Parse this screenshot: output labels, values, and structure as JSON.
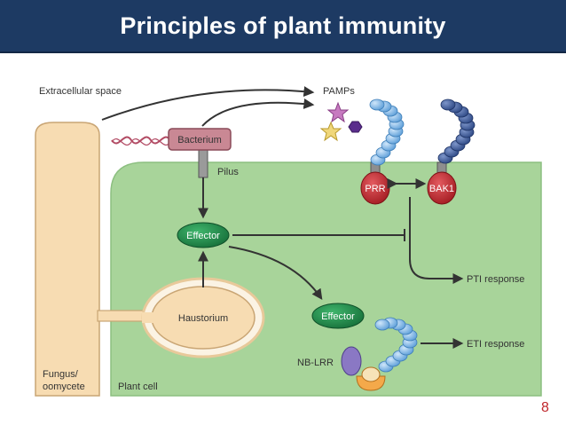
{
  "slide": {
    "title": "Principles of plant immunity",
    "number": "8"
  },
  "diagram": {
    "labels": {
      "extracellular_space": "Extracellular space",
      "pamps": "PAMPs",
      "bacterium": "Bacterium",
      "pilus": "Pilus",
      "effector_top": "Effector",
      "effector_bottom": "Effector",
      "haustorium": "Haustorium",
      "prr": "PRR",
      "bak1": "BAK1",
      "pti_response": "PTI response",
      "eti_response": "ETI response",
      "nb_lrr": "NB-LRR",
      "fungus_line1": "Fungus/",
      "fungus_line2": "oomycete",
      "plant_cell": "Plant cell"
    },
    "colors": {
      "title_bar": "#1d3a63",
      "plant_cell_fill": "#a8d49a",
      "fungus_fill": "#f7dcb2",
      "bacterium_fill": "#c98894",
      "effector_fill": "#1f8a48",
      "receptor_red": "#c0272d",
      "lrr_light_blue": "#7fb8e6",
      "lrr_dark_blue": "#3c5a9a",
      "arrow": "#333333",
      "slide_number": "#c0282d"
    }
  }
}
